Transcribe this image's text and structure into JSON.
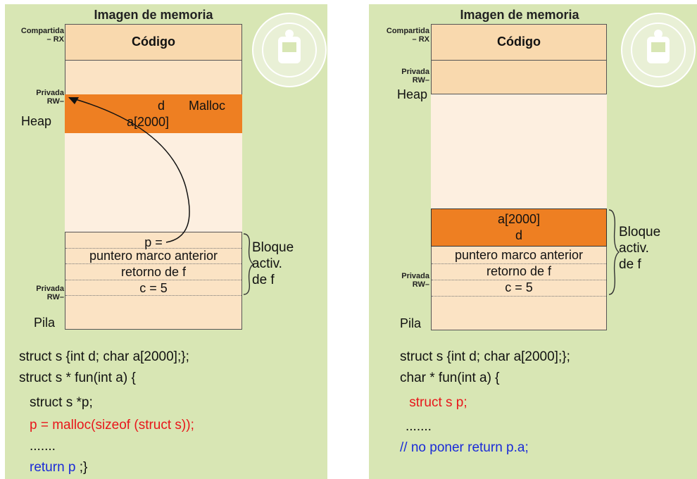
{
  "left": {
    "title": "Imagen de memoria",
    "code_segment": "Código",
    "label_shared": "Compartida\n– RX",
    "label_private_heap": "Privada\nRW–",
    "label_heap": "Heap",
    "heap_d": "d",
    "heap_malloc": "Malloc",
    "heap_a": "a[2000]",
    "stack_p": "p =",
    "stack_prev": "puntero marco anterior",
    "stack_ret": "retorno de f",
    "stack_c": "c = 5",
    "label_private_stack": "Privada\nRW–",
    "label_stack": "Pila",
    "bloque": "Bloque\nactiv.\nde f",
    "code_lines": [
      {
        "text": "struct s {int d; char a[2000];};",
        "color": "black"
      },
      {
        "text": "struct s * fun(int a) {",
        "color": "black"
      },
      {
        "text": "struct s *p;",
        "color": "black"
      },
      {
        "text": "p = malloc(sizeof (struct s));",
        "color": "red"
      },
      {
        "text": ".......",
        "color": "black"
      }
    ],
    "return_kw": "return p",
    "return_end": " ;}"
  },
  "right": {
    "title": "Imagen de memoria",
    "code_segment": "Código",
    "label_shared": "Compartida\n– RX",
    "label_private_heap": "Privada\nRW–",
    "label_heap": "Heap",
    "stack_a": "a[2000]",
    "stack_d": "d",
    "stack_prev": "puntero marco anterior",
    "stack_ret": "retorno de f",
    "stack_c": "c = 5",
    "label_private_stack": "Privada\nRW–",
    "label_stack": "Pila",
    "bloque": "Bloque\nactiv.\nde f",
    "code_lines": [
      {
        "text": "struct s {int d; char a[2000];};",
        "color": "black"
      },
      {
        "text": "char * fun(int a) {",
        "color": "black"
      },
      {
        "text": " struct s p;",
        "color": "red"
      },
      {
        "text": ".......",
        "color": "black"
      },
      {
        "text": "// no poner return p.a;",
        "color": "blue"
      }
    ]
  },
  "colors": {
    "panel": "#d8e6b4",
    "code_segment": "#f9d9ae",
    "orange": "#ee7f22",
    "red_code": "#e8161b",
    "blue_code": "#1a2bd8"
  },
  "logo": "university-seal"
}
